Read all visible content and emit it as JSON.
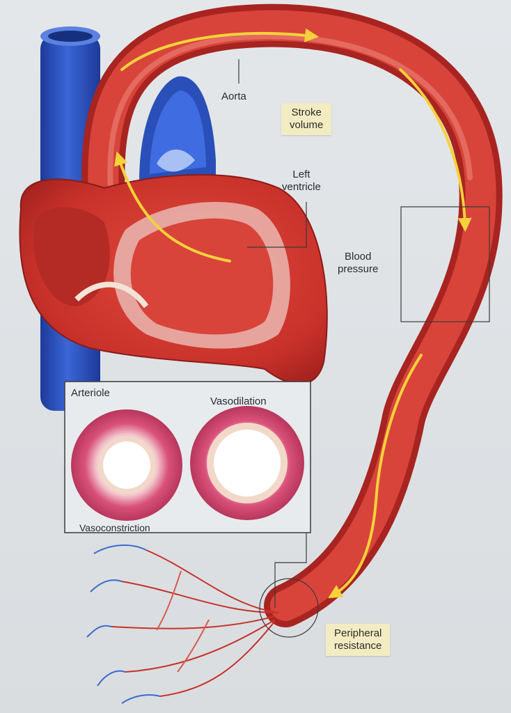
{
  "labels": {
    "aorta": "Aorta",
    "stroke_volume": "Stroke\nvolume",
    "left_ventricle": "Left\nventricle",
    "blood_pressure": "Blood\npressure",
    "arteriole": "Arteriole",
    "vasodilation": "Vasodilation",
    "vasoconstriction": "Vasoconstriction",
    "peripheral_resistance": "Peripheral\nresistance"
  },
  "colors": {
    "artery_red": "#c8312a",
    "vein_blue": "#2a4fb8",
    "flow_arrow_yellow": "#f4d23a",
    "highlight_box": "#f3ecc2",
    "arteriole_wall_pink": "#d9517a"
  }
}
